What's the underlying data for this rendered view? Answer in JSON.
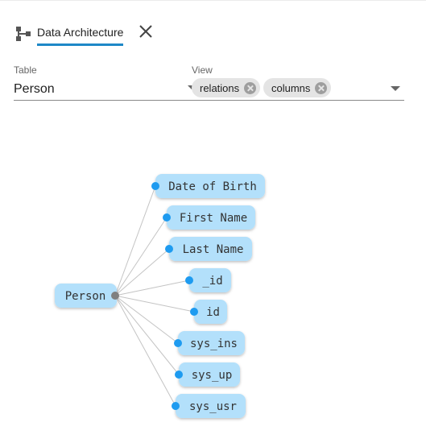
{
  "tab": {
    "label": "Data Architecture",
    "icon": "hierarchy-icon",
    "close_icon": "close-icon"
  },
  "table_field": {
    "label": "Table",
    "value": "Person"
  },
  "view_field": {
    "label": "View",
    "chips": [
      {
        "label": "relations"
      },
      {
        "label": "columns"
      }
    ]
  },
  "graph": {
    "root": "Person",
    "children": [
      "Date of Birth",
      "First Name",
      "Last Name",
      "_id",
      "id",
      "sys_ins",
      "sys_up",
      "sys_usr"
    ]
  },
  "colors": {
    "node_fill": "#b3e0fb",
    "child_dot": "#1e9bf0",
    "root_dot": "#808080",
    "tab_underline": "#1e88c7"
  }
}
